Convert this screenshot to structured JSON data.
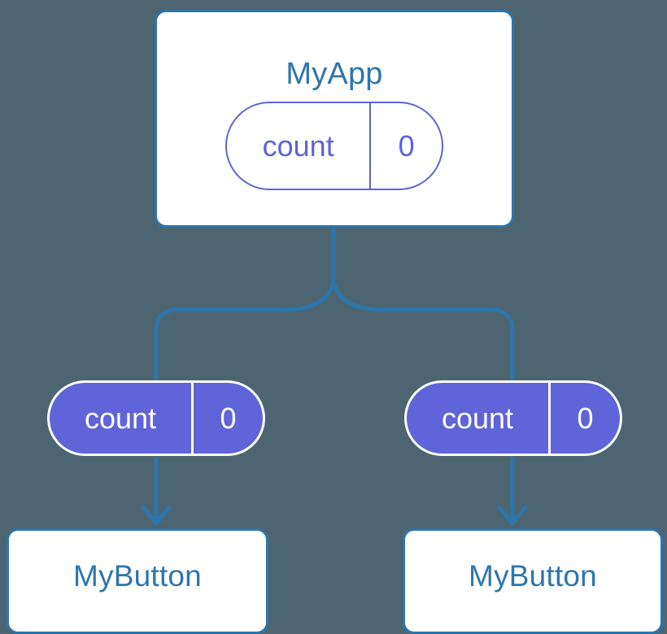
{
  "diagram": {
    "title_semantic": "react-props-drilling-state-tree",
    "background_color": "#4c6570",
    "colors": {
      "component_border": "#2d76ad",
      "component_fill": "#ffffff",
      "component_text": "#2d76ad",
      "state_outline": "#5e63d8",
      "prop_fill": "#5f64d8",
      "prop_text": "#ffffff",
      "connector": "#2d76ad",
      "arrow": "#2d76ad"
    }
  },
  "root": {
    "name": "MyApp",
    "state": {
      "key": "count",
      "value": "0"
    }
  },
  "branches": [
    {
      "prop": {
        "key": "count",
        "value": "0"
      },
      "child": {
        "name": "MyButton"
      }
    },
    {
      "prop": {
        "key": "count",
        "value": "0"
      },
      "child": {
        "name": "MyButton"
      }
    }
  ]
}
